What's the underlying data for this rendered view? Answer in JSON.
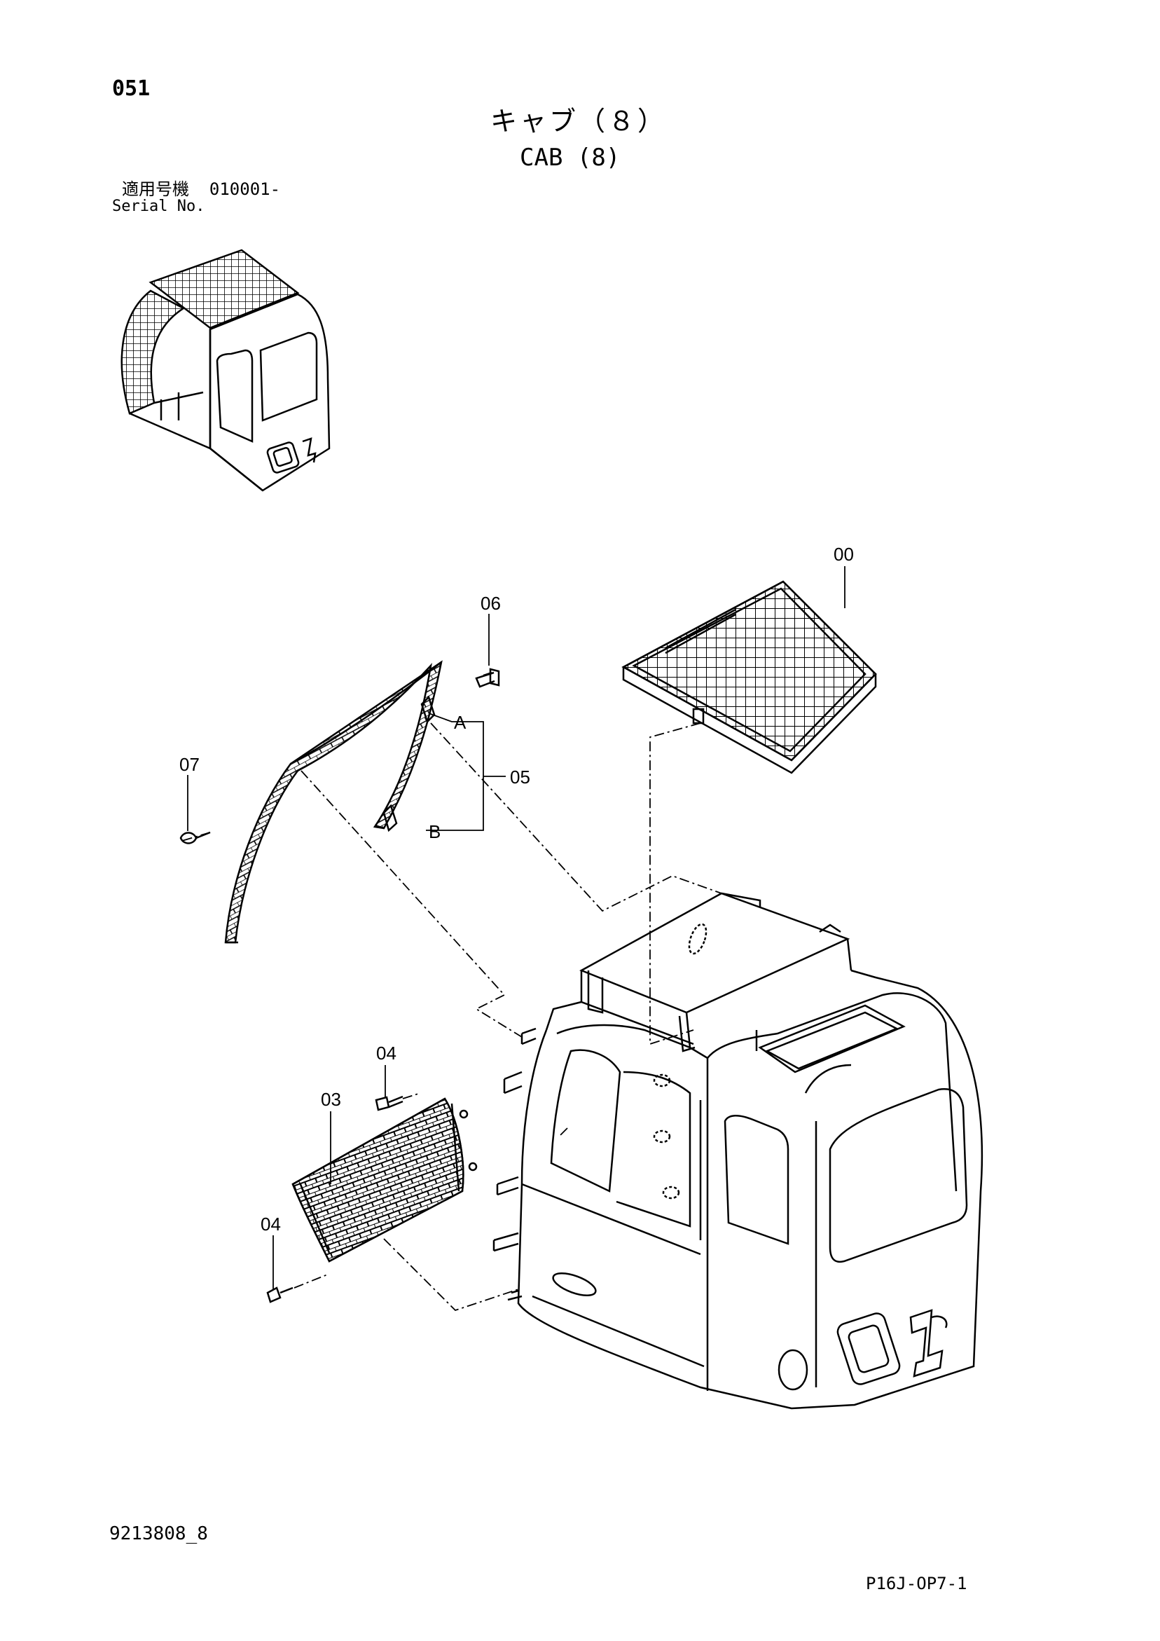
{
  "header": {
    "page_number": "051",
    "title_ja": "キャブ（８）",
    "title_en": "CAB (8)",
    "serial_label_ja": "適用号機",
    "serial_range": "010001-",
    "serial_label_en": "Serial No."
  },
  "callouts": {
    "p00": "00",
    "p06": "06",
    "p07": "07",
    "p05": "05",
    "pA": "A",
    "pB": "B",
    "p04a": "04",
    "p03": "03",
    "p04b": "04"
  },
  "footer": {
    "doc_code": "9213808_8",
    "fig_code": "P16J-OP7-1"
  }
}
